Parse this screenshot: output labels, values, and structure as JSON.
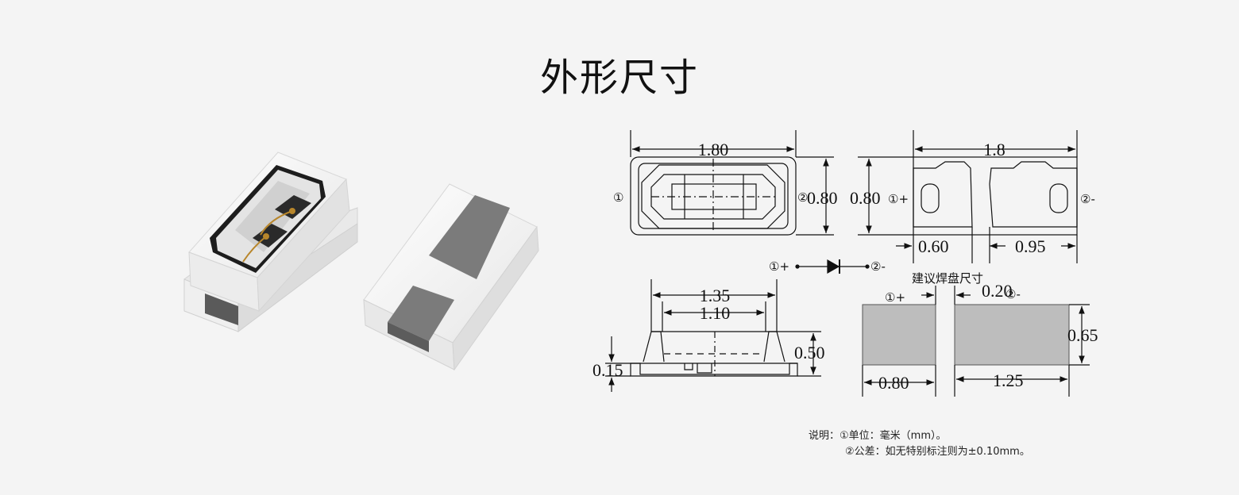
{
  "title": "外形尺寸",
  "top_view": {
    "width": "1.80",
    "height": "0.80",
    "pin1": "①",
    "pin2": "②"
  },
  "bottom_view": {
    "width": "1.8",
    "height": "0.80",
    "pin1": "①+",
    "pin2": "②-",
    "pad_left": "0.60",
    "pad_right": "0.95"
  },
  "polarity": {
    "anode": "①+",
    "cathode": "②-"
  },
  "side_view": {
    "outer": "1.35",
    "inner": "1.10",
    "height": "0.50",
    "base": "0.15"
  },
  "pad_layout": {
    "title": "建议焊盘尺寸",
    "pin1": "①+",
    "pin2": "②-",
    "gap": "0.20",
    "height": "0.65",
    "left_width": "0.80",
    "right_width": "1.25"
  },
  "notes": {
    "line1": "说明：①单位：毫米（mm）。",
    "line2": "②公差：如无特别标注则为±0.10mm。"
  }
}
